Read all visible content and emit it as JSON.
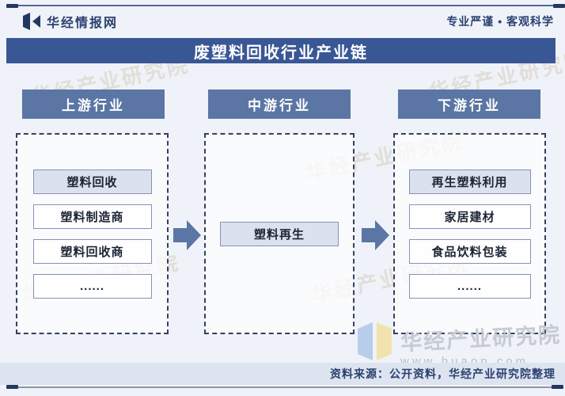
{
  "brand": {
    "logo_text": "华经情报网",
    "slogan": "专业严谨 • 客观科学"
  },
  "title": "废塑料回收行业产业链",
  "columns": [
    {
      "header": "上游行业",
      "items": [
        {
          "label": "塑料回收",
          "highlight": true
        },
        {
          "label": "塑料制造商",
          "highlight": false
        },
        {
          "label": "塑料回收商",
          "highlight": false
        },
        {
          "label": "......",
          "highlight": false
        }
      ]
    },
    {
      "header": "中游行业",
      "items": [
        {
          "label": "塑料再生",
          "highlight": true
        }
      ]
    },
    {
      "header": "下游行业",
      "items": [
        {
          "label": "再生塑料利用",
          "highlight": true
        },
        {
          "label": "家居建材",
          "highlight": false
        },
        {
          "label": "食品饮料包装",
          "highlight": false
        },
        {
          "label": "......",
          "highlight": false
        }
      ]
    }
  ],
  "watermark": {
    "diagonal_text": "华经产业研究院",
    "brand_text": "华经产业研究院",
    "url": "www.huaon.com"
  },
  "footer": {
    "source": "资料来源：公开资料，华经产业研究院整理"
  },
  "colors": {
    "title_bar": "#3a5795",
    "column_header": "#5b76a5",
    "arrow": "#5b76a5",
    "highlight_fill": "#dbe2ee",
    "footer_bg": "#dde4f0",
    "dark_text": "#2b4170"
  }
}
